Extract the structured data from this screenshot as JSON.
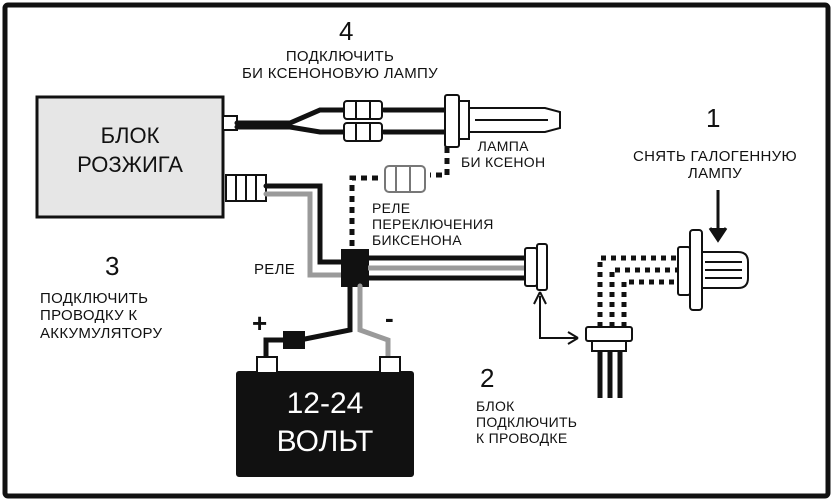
{
  "ignition_block": {
    "line1": "БЛОК",
    "line2": "РОЗЖИГА"
  },
  "battery": {
    "line1": "12-24",
    "line2": "ВОЛЬТ",
    "plus": "+",
    "minus": "-"
  },
  "relay_label": "РЕЛЕ",
  "steps": {
    "step1": {
      "number": "1",
      "line1": "СНЯТЬ ГАЛОГЕННУЮ",
      "line2": "ЛАМПУ"
    },
    "step2": {
      "number": "2",
      "line1": "БЛОК",
      "line2": "ПОДКЛЮЧИТЬ",
      "line3": "К ПРОВОДКЕ"
    },
    "step3": {
      "number": "3",
      "line1": "ПОДКЛЮЧИТЬ",
      "line2": "ПРОВОДКУ К",
      "line3": "АККУМУЛЯТОРУ"
    },
    "step4": {
      "number": "4",
      "line1": "ПОДКЛЮЧИТЬ",
      "line2": "БИ КСЕНОНОВУЮ ЛАМПУ"
    }
  },
  "xenon_lamp": {
    "line1": "ЛАМПА",
    "line2": "БИ КСЕНОН"
  },
  "switch_relay": {
    "line1": "РЕЛЕ",
    "line2": "ПЕРЕКЛЮЧЕНИЯ",
    "line3": "БИКСЕНОНА"
  },
  "colors": {
    "frame": "#111111",
    "block_fill": "#e6e6e6",
    "battery_fill": "#111111",
    "wire": "#222222",
    "wire_light": "#9a9a9a"
  }
}
